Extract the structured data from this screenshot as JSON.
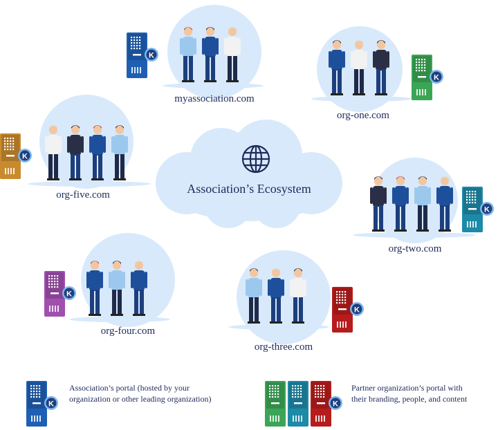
{
  "center": {
    "title": "Association’s Ecosystem",
    "icon": "globe-icon"
  },
  "nodes": [
    {
      "id": "myassociation",
      "label": "myassociation.com",
      "server_color": "#1e5fb4"
    },
    {
      "id": "org-one",
      "label": "org-one.com",
      "server_color": "#3aa655"
    },
    {
      "id": "org-five",
      "label": "org-five.com",
      "server_color": "#c98a2e"
    },
    {
      "id": "org-two",
      "label": "org-two.com",
      "server_color": "#1d8aa8"
    },
    {
      "id": "org-four",
      "label": "org-four.com",
      "server_color": "#a04fae"
    },
    {
      "id": "org-three",
      "label": "org-three.com",
      "server_color": "#b71c1c"
    }
  ],
  "legend": {
    "association": {
      "text": "Association’s portal (hosted by your organization or other leading organization)",
      "server_color": "#1e5fb4"
    },
    "partner": {
      "text": "Partner organization’s portal with their branding, people, and content",
      "server_colors": [
        "#3aa655",
        "#1d8aa8",
        "#b71c1c"
      ]
    }
  },
  "badge_letter": "K"
}
